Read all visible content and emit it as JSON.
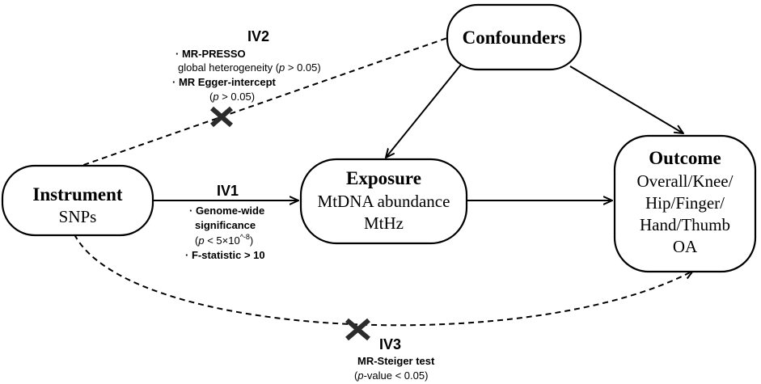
{
  "nodes": {
    "instrument": {
      "title": "Instrument",
      "lines": [
        "SNPs"
      ]
    },
    "confounders": {
      "title": "Confounders"
    },
    "exposure": {
      "title": "Exposure",
      "lines": [
        "MtDNA abundance",
        "MtHz"
      ]
    },
    "outcome": {
      "title": "Outcome",
      "lines": [
        "Overall/Knee/",
        "Hip/Finger/",
        "Hand/Thumb",
        "OA"
      ]
    }
  },
  "iv1": {
    "title": "IV1",
    "item1_line1": "· Genome-wide",
    "item1_line2": "significance",
    "item1_line3_pre": "(",
    "item1_line3_p": "p",
    "item1_line3_mid": " < 5×10",
    "item1_line3_sup": "^-8",
    "item1_line3_post": ")",
    "item2": "· F-statistic > 10"
  },
  "iv2": {
    "title": "IV2",
    "item1": "· MR-PRESSO",
    "item1_detail_pre": "global heterogeneity (",
    "item1_detail_p": "p",
    "item1_detail_post": " > 0.05)",
    "item2": "· MR Egger-intercept",
    "item2_detail_pre": "(",
    "item2_detail_p": "p",
    "item2_detail_post": " > 0.05)"
  },
  "iv3": {
    "title": "IV3",
    "item1": "MR-Steiger test",
    "item1_detail_pre": "(",
    "item1_detail_p": "p",
    "item1_detail_post": "-value < 0.05)"
  }
}
